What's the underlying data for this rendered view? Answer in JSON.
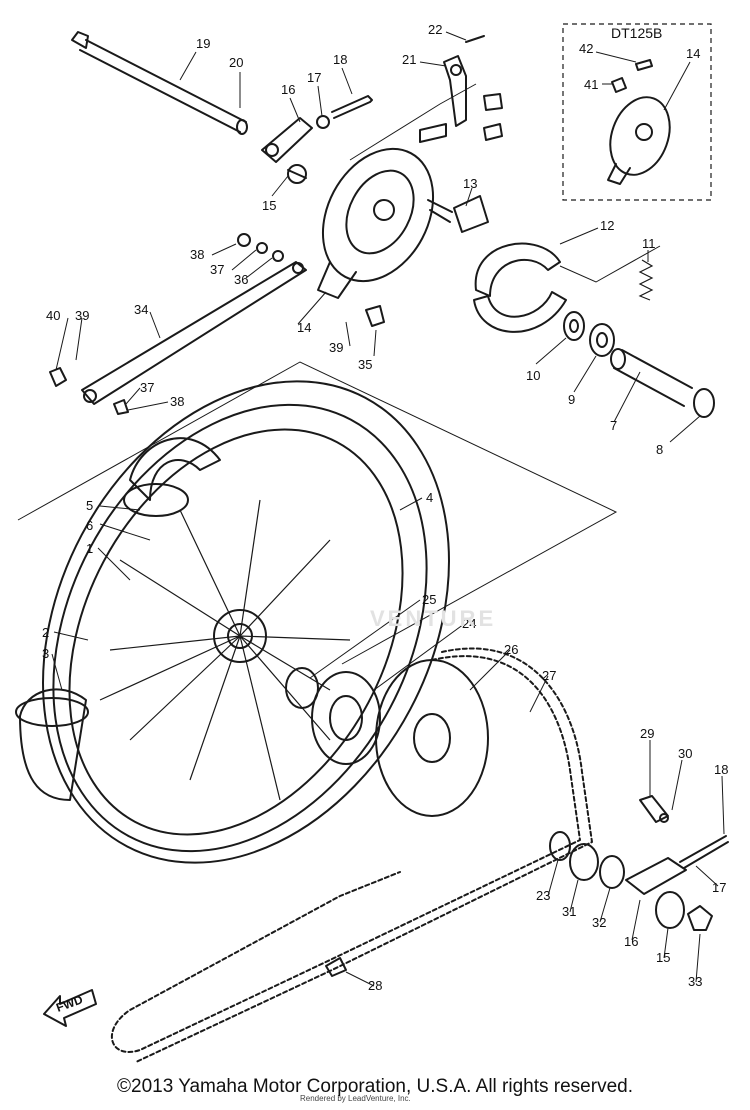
{
  "inset": {
    "title": "DT125B"
  },
  "fwd_label": "FWD",
  "watermark": "VENTURE",
  "copyright": "©2013 Yamaha Motor Corporation, U.S.A. All rights reserved.",
  "rendered_by": "Rendered by LeadVenture, Inc.",
  "callouts": [
    {
      "id": "c19",
      "text": "19"
    },
    {
      "id": "c20",
      "text": "20"
    },
    {
      "id": "c16a",
      "text": "16"
    },
    {
      "id": "c17a",
      "text": "17"
    },
    {
      "id": "c18a",
      "text": "18"
    },
    {
      "id": "c22",
      "text": "22"
    },
    {
      "id": "c21",
      "text": "21"
    },
    {
      "id": "c42",
      "text": "42"
    },
    {
      "id": "c41",
      "text": "41"
    },
    {
      "id": "c14b",
      "text": "14"
    },
    {
      "id": "c15a",
      "text": "15"
    },
    {
      "id": "c13",
      "text": "13"
    },
    {
      "id": "c12",
      "text": "12"
    },
    {
      "id": "c11",
      "text": "11"
    },
    {
      "id": "c38a",
      "text": "38"
    },
    {
      "id": "c37a",
      "text": "37"
    },
    {
      "id": "c36",
      "text": "36"
    },
    {
      "id": "c40",
      "text": "40"
    },
    {
      "id": "c39a",
      "text": "39"
    },
    {
      "id": "c34",
      "text": "34"
    },
    {
      "id": "c14a",
      "text": "14"
    },
    {
      "id": "c39b",
      "text": "39"
    },
    {
      "id": "c35",
      "text": "35"
    },
    {
      "id": "c10",
      "text": "10"
    },
    {
      "id": "c9",
      "text": "9"
    },
    {
      "id": "c7",
      "text": "7"
    },
    {
      "id": "c8",
      "text": "8"
    },
    {
      "id": "c37b",
      "text": "37"
    },
    {
      "id": "c38b",
      "text": "38"
    },
    {
      "id": "c5",
      "text": "5"
    },
    {
      "id": "c4",
      "text": "4"
    },
    {
      "id": "c6",
      "text": "6"
    },
    {
      "id": "c1",
      "text": "1"
    },
    {
      "id": "c25",
      "text": "25"
    },
    {
      "id": "c2",
      "text": "2"
    },
    {
      "id": "c24",
      "text": "24"
    },
    {
      "id": "c26",
      "text": "26"
    },
    {
      "id": "c3",
      "text": "3"
    },
    {
      "id": "c27",
      "text": "27"
    },
    {
      "id": "c29",
      "text": "29"
    },
    {
      "id": "c30",
      "text": "30"
    },
    {
      "id": "c18b",
      "text": "18"
    },
    {
      "id": "c23",
      "text": "23"
    },
    {
      "id": "c31",
      "text": "31"
    },
    {
      "id": "c32",
      "text": "32"
    },
    {
      "id": "c16b",
      "text": "16"
    },
    {
      "id": "c17b",
      "text": "17"
    },
    {
      "id": "c15b",
      "text": "15"
    },
    {
      "id": "c33",
      "text": "33"
    },
    {
      "id": "c28",
      "text": "28"
    }
  ]
}
